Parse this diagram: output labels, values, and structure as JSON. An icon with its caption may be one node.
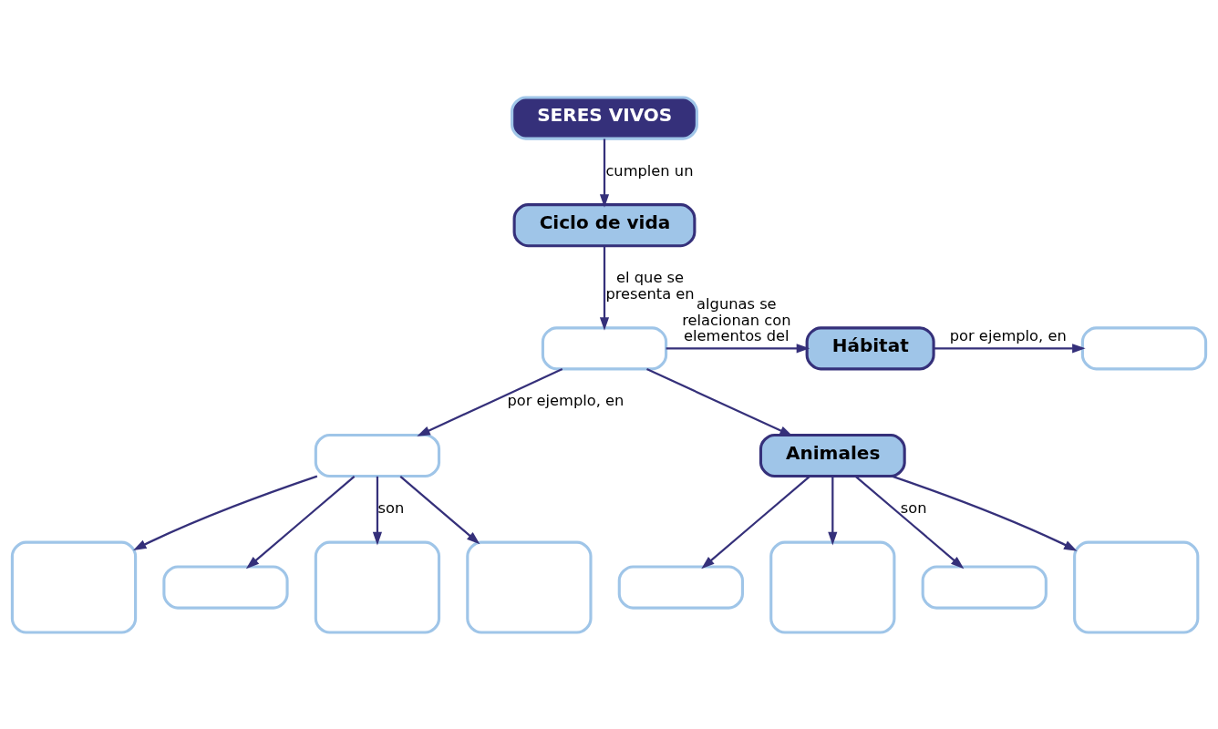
{
  "diagram": {
    "nodes": [
      {
        "text": [
          "SERES VIVOS"
        ]
      },
      {
        "text": [
          "Ciclo de vida"
        ]
      },
      {
        "text": [],
        "shape": "box"
      },
      {
        "text": [
          "Hábitat"
        ]
      },
      {
        "text": [],
        "shape": "box"
      },
      {
        "text": [],
        "shape": "box"
      },
      {
        "text": [
          "Animales"
        ]
      },
      {
        "text": [],
        "shape": "box"
      },
      {
        "text": [],
        "shape": "box"
      },
      {
        "text": [],
        "shape": "box"
      },
      {
        "text": [],
        "shape": "box"
      },
      {
        "text": [],
        "shape": "box"
      },
      {
        "text": [],
        "shape": "box"
      },
      {
        "text": [],
        "shape": "box"
      },
      {
        "text": [],
        "shape": "box"
      }
    ],
    "edges": [
      {
        "from": 0,
        "to": 1,
        "arrow": "to",
        "label": "cumplen un"
      },
      {
        "from": 1,
        "to": 2,
        "arrow": "to",
        "label": "el que se presenta en"
      },
      {
        "from": 2,
        "to": 3,
        "arrow": "to",
        "label": "algunas se relacionan con elementos del"
      },
      {
        "from": 3,
        "to": 4,
        "arrow": "to",
        "label": "por ejemplo, en"
      },
      {
        "from": 2,
        "to": 5,
        "arrow": "to",
        "label": "por ejemplo, en"
      },
      {
        "from": 2,
        "to": 6,
        "arrow": "to"
      },
      {
        "from": 5,
        "to": 7,
        "arrow": "to"
      },
      {
        "from": 5,
        "to": 8,
        "arrow": "to"
      },
      {
        "from": 5,
        "to": 9,
        "arrow": "to",
        "label": "son"
      },
      {
        "from": 5,
        "to": 10,
        "arrow": "to"
      },
      {
        "from": 6,
        "to": 11,
        "arrow": "to"
      },
      {
        "from": 6,
        "to": 12,
        "arrow": "to"
      },
      {
        "from": 6,
        "to": 13,
        "arrow": "to",
        "label": "son"
      },
      {
        "from": 6,
        "to": 14,
        "arrow": "to"
      }
    ]
  }
}
